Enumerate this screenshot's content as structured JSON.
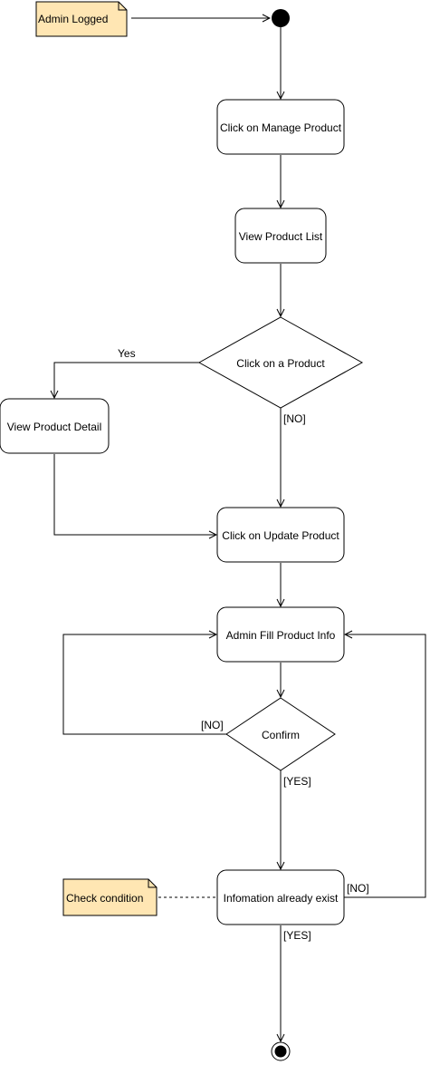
{
  "notes": {
    "admin_logged": "Admin Logged",
    "check_condition": "Check condition"
  },
  "activities": {
    "click_manage_product": "Click on Manage Product",
    "view_product_list": "View Product List",
    "view_product_detail": "View Product Detail",
    "click_update_product": "Click on Update Product",
    "admin_fill_product_info": "Admin Fill Product Info",
    "information_already_exist": "Infomation already exist"
  },
  "decisions": {
    "click_on_product": "Click on a Product",
    "confirm": "Confirm"
  },
  "edge_labels": {
    "yes": "Yes",
    "no_product": "[NO]",
    "no_confirm": "[NO]",
    "yes_confirm": "[YES]",
    "no_exist": "[NO]",
    "yes_exist": "[YES]"
  }
}
